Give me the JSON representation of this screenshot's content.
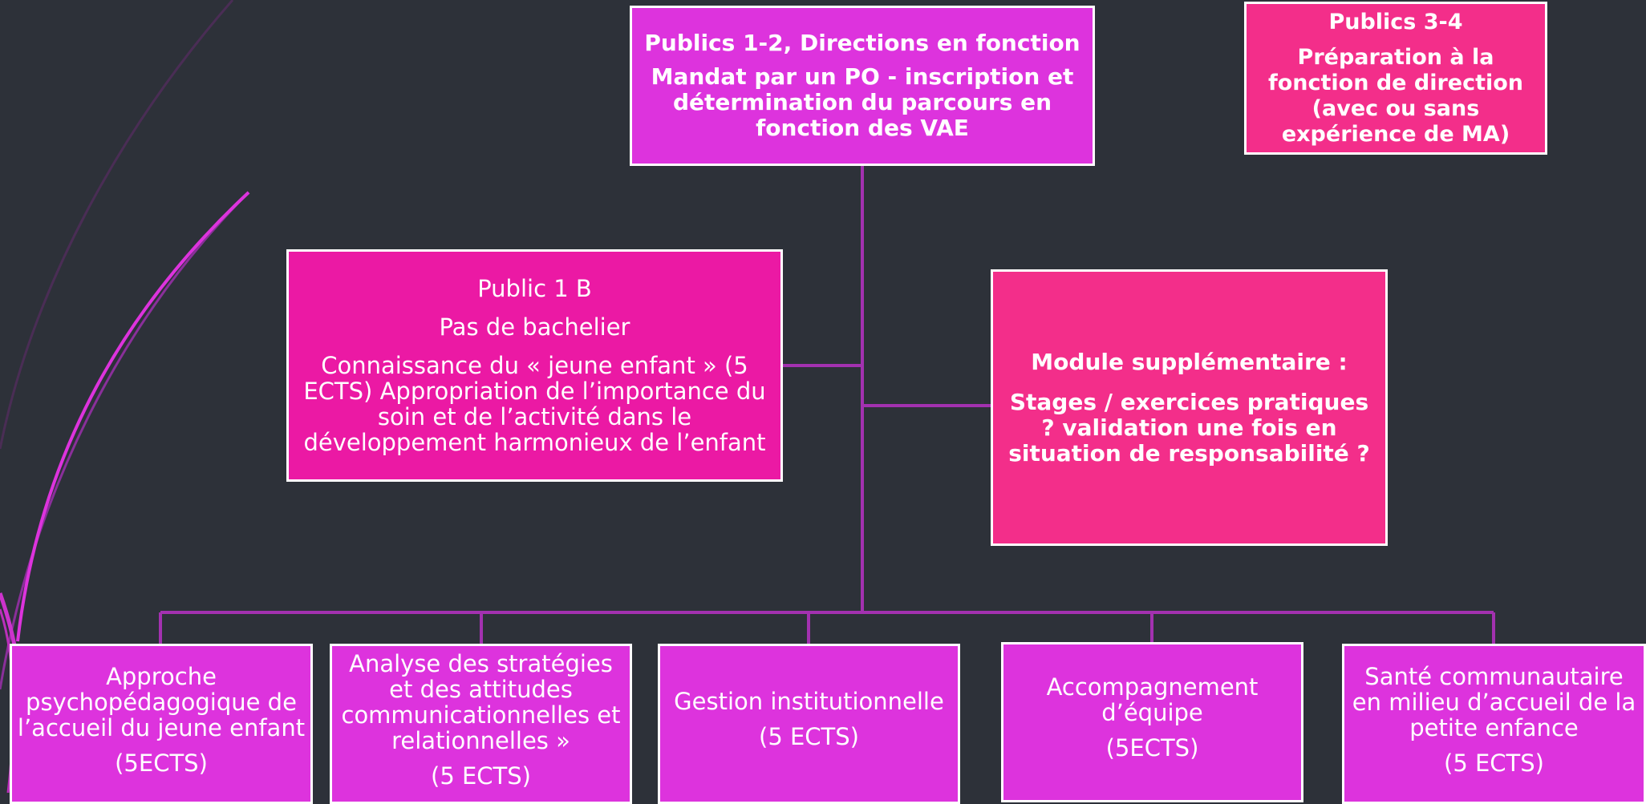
{
  "diagram": {
    "colors": {
      "background": "#2d3139",
      "magenta": "#dd33dd",
      "pink": "#f32e8a",
      "fuchsia": "#eb19a4",
      "connector": "#a331b0",
      "border": "#ffffff"
    },
    "top_box": {
      "title": "Publics 1-2, Directions en fonction",
      "text": "Mandat par un PO - inscription et détermination du parcours en fonction des VAE"
    },
    "right_box": {
      "title": "Publics 3-4",
      "text": "Préparation à la fonction de direction (avec ou sans expérience de MA)"
    },
    "public1b_box": {
      "title": "Public 1 B",
      "subtitle": "Pas de bachelier",
      "text": "Connaissance du « jeune enfant »  (5 ECTS) Appropriation de l’importance du soin et de l’activité dans le développement harmonieux de l’enfant"
    },
    "module_box": {
      "title": "Module supplémentaire :",
      "text": "Stages / exercices pratiques ? validation une fois en situation de responsabilité ?"
    },
    "bottom_boxes": [
      {
        "text": "Approche psychopédagogique de l’accueil du jeune enfant",
        "credits": "(5ECTS)"
      },
      {
        "text": "Analyse des stratégies et des attitudes communicationnelles et relationnelles »",
        "credits": "(5 ECTS)"
      },
      {
        "text": "Gestion institutionnelle",
        "credits": "(5 ECTS)"
      },
      {
        "text": "Accompagnement d’équipe",
        "credits": "(5ECTS)"
      },
      {
        "text": "Santé communautaire en milieu d’accueil de la petite enfance",
        "credits": "(5 ECTS)"
      }
    ]
  }
}
